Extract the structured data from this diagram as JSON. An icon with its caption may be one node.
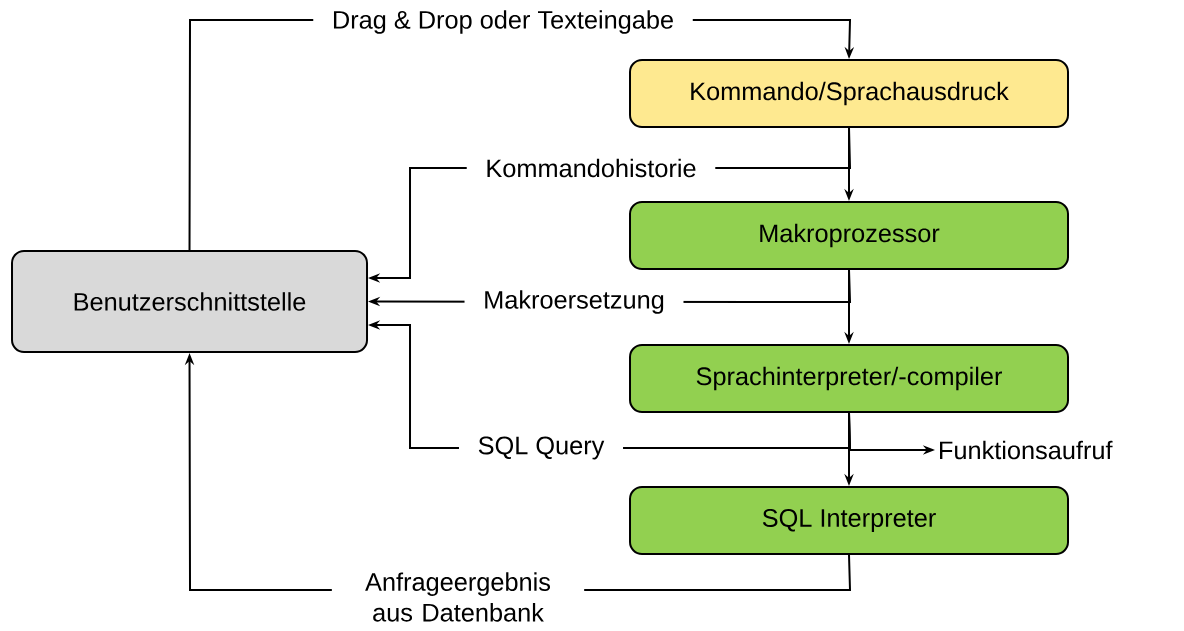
{
  "diagram": {
    "nodes": [
      {
        "text": [
          "Benutzerschnittstelle"
        ]
      },
      {
        "text": [
          "Kommando/Sprachausdruck"
        ]
      },
      {
        "text": [
          "Makroprozessor"
        ]
      },
      {
        "text": [
          "Sprachinterpreter/-compiler"
        ]
      },
      {
        "text": [
          "SQL Interpreter"
        ]
      },
      {
        "text": [
          "Funktionsaufruf"
        ]
      }
    ],
    "edges": [
      {
        "from": 0,
        "to": 1,
        "arrow": "to",
        "label": "Drag & Drop oder Texteingabe"
      },
      {
        "from": 1,
        "to": 2,
        "arrow": "to"
      },
      {
        "from": 1,
        "to": 0,
        "arrow": "to",
        "label": "Kommandohistorie"
      },
      {
        "from": 2,
        "to": 3,
        "arrow": "to"
      },
      {
        "from": 2,
        "to": 0,
        "arrow": "to",
        "label": "Makroersetzung"
      },
      {
        "from": 3,
        "to": 4,
        "arrow": "to"
      },
      {
        "from": 3,
        "to": 0,
        "arrow": "to",
        "label": "SQL Query"
      },
      {
        "from": 3,
        "to": 5,
        "arrow": "to"
      },
      {
        "from": 4,
        "to": 0,
        "arrow": "to",
        "label": "Anfrageergebnis aus Datenbank"
      }
    ]
  }
}
